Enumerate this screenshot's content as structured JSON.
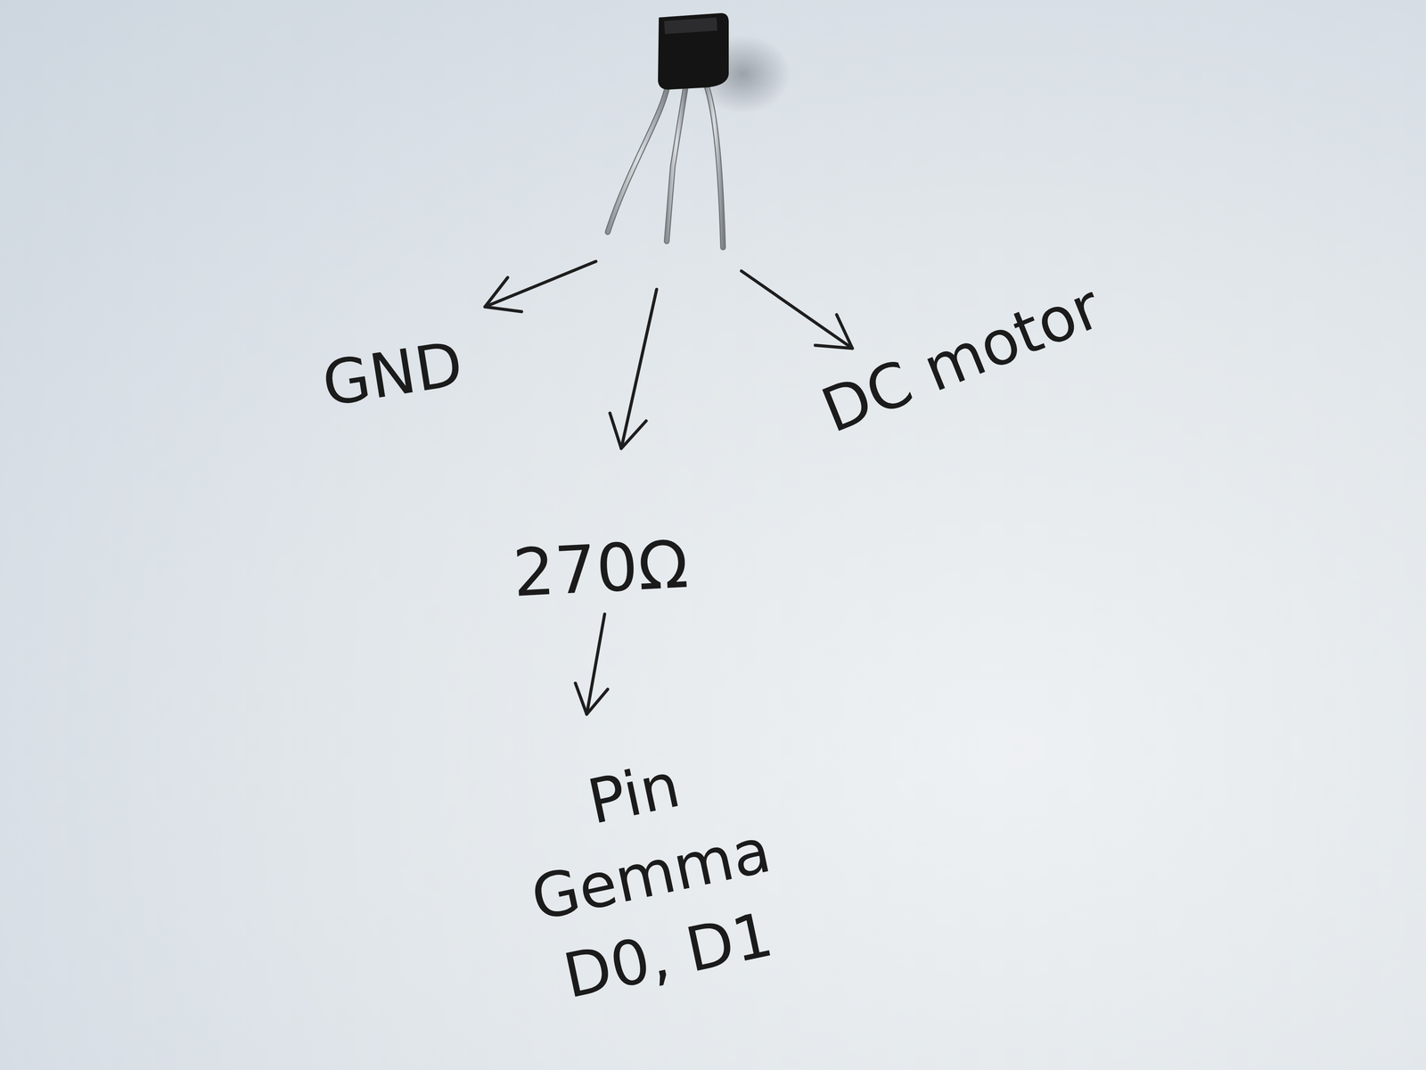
{
  "diagram": {
    "labels": [
      "GND",
      "270Ω",
      "Pin Gemma D0, D1",
      "DC motor"
    ]
  }
}
